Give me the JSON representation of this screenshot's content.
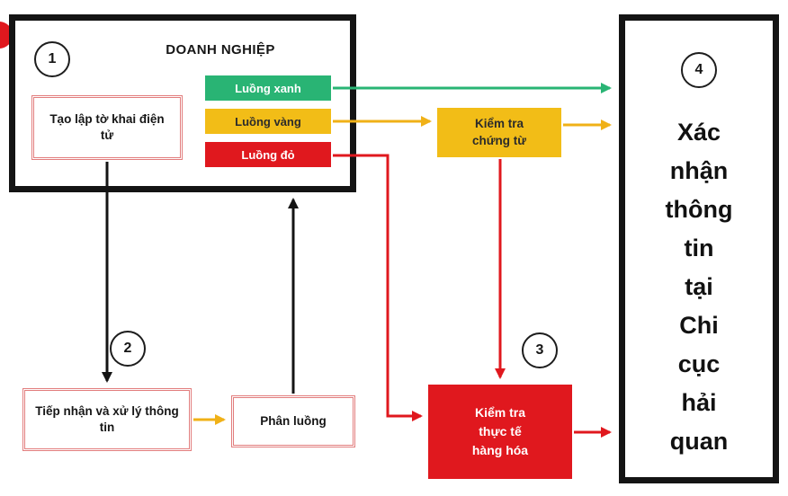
{
  "step1": {
    "number": "1",
    "title": "DOANH NGHIỆP",
    "create_declaration": "Tạo lập tờ khai điện tử"
  },
  "lanes": {
    "green": "Luồng xanh",
    "yellow": "Luồng vàng",
    "red": "Luồng đỏ"
  },
  "step2": {
    "number": "2",
    "receive_process": "Tiếp nhận và xử lý thông tin",
    "routing": "Phân luồng"
  },
  "step3": {
    "number": "3",
    "document_check": "Kiểm tra chứng từ",
    "physical_check": "Kiểm tra thực tế hàng hóa"
  },
  "step4": {
    "number": "4",
    "confirm": "Xác nhận thông tin tại Chi cục hải quan"
  },
  "colors": {
    "green": "#29b474",
    "yellow": "#f2bd17",
    "red": "#e0181e",
    "black": "#141414"
  }
}
